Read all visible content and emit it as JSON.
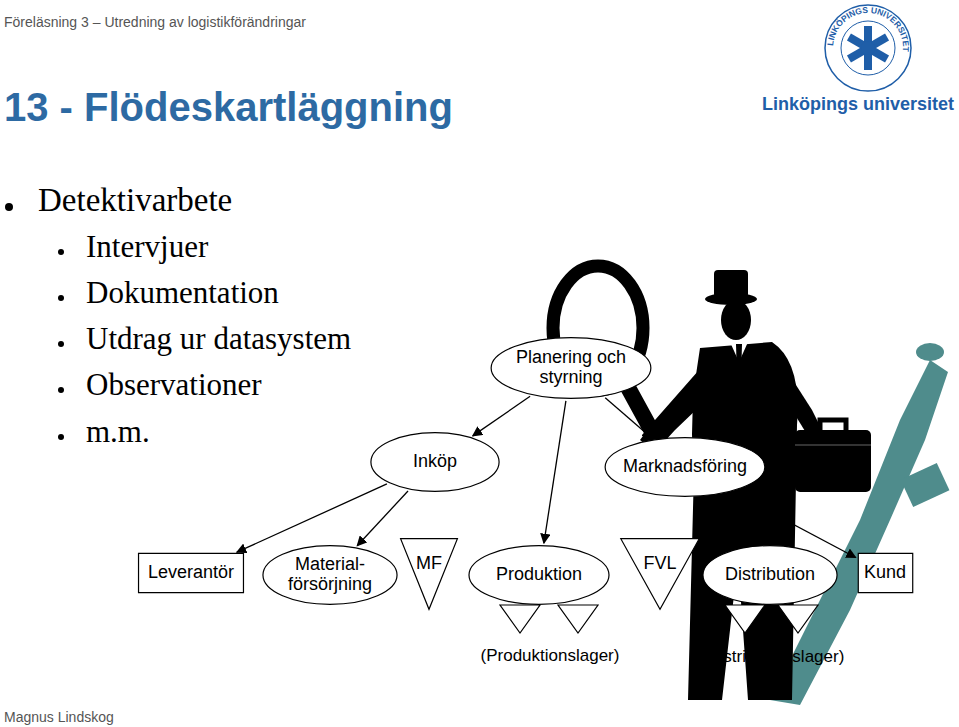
{
  "diagram": {
    "title": "13 - Flödeskartläggning",
    "nodes": [
      {
        "text": [
          "Planering och styrning"
        ]
      },
      {
        "text": [
          "Inköp"
        ]
      },
      {
        "text": [
          "Marknadsföring"
        ]
      },
      {
        "text": [
          "Leverantör"
        ]
      },
      {
        "text": [
          "Material- försörjning"
        ]
      },
      {
        "text": [
          "MF"
        ]
      },
      {
        "text": [
          "Produktion"
        ]
      },
      {
        "text": [
          "FVL"
        ]
      },
      {
        "text": [
          "Distribution"
        ]
      },
      {
        "text": [
          "Kund"
        ]
      }
    ],
    "edges": [
      {
        "from": 0,
        "to": 1,
        "arrow": "to"
      },
      {
        "from": 0,
        "to": 6,
        "arrow": "to"
      },
      {
        "from": 0,
        "to": 2,
        "arrow": "to"
      },
      {
        "from": 1,
        "to": 3,
        "arrow": "to"
      },
      {
        "from": 1,
        "to": 4,
        "arrow": "to"
      },
      {
        "from": 2,
        "to": 8,
        "arrow": "to"
      },
      {
        "from": 2,
        "to": 9,
        "arrow": "to"
      }
    ],
    "labels": [
      "Föreläsning 3 – Utredning av logistikförändringar",
      "LINKÖPINGS UNIVERSITET",
      "Linköpings universitet",
      "Detektivarbete",
      "Intervjuer",
      "Dokumentation",
      "Utdrag ur datasystem",
      "Observationer",
      "m.m.",
      "(Produktionslager)",
      "(Distributionslager)",
      "Magnus Lindskog"
    ]
  }
}
